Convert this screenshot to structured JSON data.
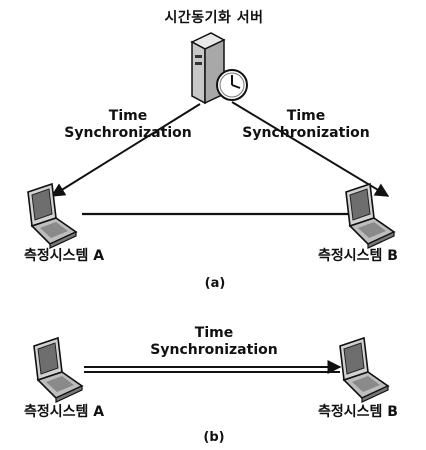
{
  "diagram_a": {
    "server_label": "시간동기화 서버",
    "sync_left": {
      "line1": "Time",
      "line2": "Synchronization"
    },
    "sync_right": {
      "line1": "Time",
      "line2": "Synchronization"
    },
    "system_a_label": "측정시스템 A",
    "system_b_label": "측정시스템 B",
    "caption": "(a)"
  },
  "diagram_b": {
    "sync": {
      "line1": "Time",
      "line2": "Synchronization"
    },
    "system_a_label": "측정시스템 A",
    "system_b_label": "측정시스템 B",
    "caption": "(b)"
  },
  "icons": {
    "server": "server-with-clock-icon",
    "laptop": "laptop-icon"
  },
  "colors": {
    "line": "#111111",
    "device_fill": "#d9d9d9",
    "screen_fill": "#6f6f6f"
  }
}
